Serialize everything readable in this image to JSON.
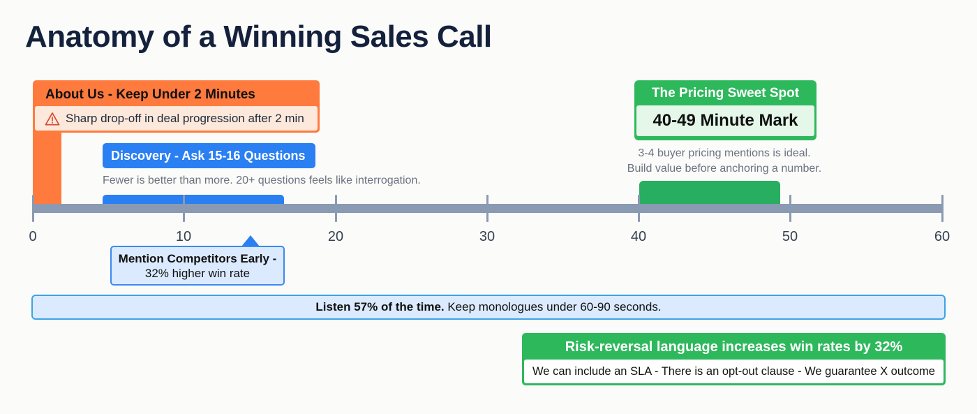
{
  "title": "Anatomy of a Winning Sales Call",
  "colors": {
    "orange": "#ff7a3d",
    "blue": "#2a7ff2",
    "green": "#2eb85c",
    "axis": "#8a9ab2",
    "title": "#14213d"
  },
  "timeline": {
    "unit": "minutes",
    "min": 0,
    "max": 60,
    "ticks": [
      "0",
      "10",
      "20",
      "30",
      "40",
      "50",
      "60"
    ]
  },
  "segments": {
    "about_us": {
      "title": "About Us - Keep Under 2 Minutes",
      "warning": "Sharp drop-off in deal progression after 2 min",
      "icon": "warning-triangle-icon",
      "range": [
        0,
        2
      ],
      "color": "#ff7a3d"
    },
    "discovery": {
      "title": "Discovery - Ask 15-16 Questions",
      "note": "Fewer is better than more. 20+ questions feels like interrogation.",
      "range": [
        4.6,
        16.6
      ],
      "color": "#2a7ff2"
    },
    "pricing": {
      "title": "The Pricing Sweet Spot",
      "highlight": "40-49 Minute Mark",
      "note_line1": "3-4 buyer pricing mentions is ideal.",
      "note_line2": "Build value before anchoring a number.",
      "range": [
        40,
        49
      ],
      "color": "#2eb85c"
    }
  },
  "callouts": {
    "competitors": {
      "bold": "Mention Competitors Early -",
      "text": "32% higher win rate",
      "marker_at": 14.5
    },
    "listen": {
      "bold": "Listen 57% of the time.",
      "text": " Keep monologues under 60-90 seconds."
    },
    "risk_reversal": {
      "title": "Risk-reversal language increases win rates by 32%",
      "examples": "We can include an SLA - There is an opt-out clause - We guarantee X outcome"
    }
  }
}
